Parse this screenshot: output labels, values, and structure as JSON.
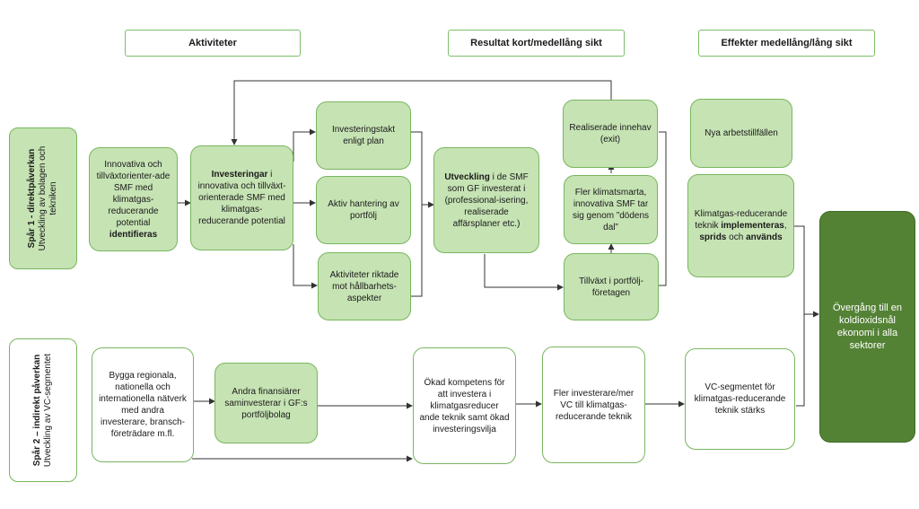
{
  "headers": {
    "activities": "Aktiviteter",
    "results": "Resultat kort/medellång sikt",
    "effects": "Effekter medellång/lång sikt"
  },
  "tracks": {
    "track1": {
      "title": "Spår 1 - direktpåverkan",
      "subtitle": "Utveckling av bolagen och tekniken"
    },
    "track2": {
      "title": "Spår 2 – indirekt påverkan",
      "subtitle": "Utveckling av VC-segmentet"
    }
  },
  "nodes": {
    "identify": {
      "pre": "Innovativa och tillväxtorienter-ade SMF med klimatgas-reducerande potential",
      "bold": "identifieras"
    },
    "investments": {
      "bold": "Investeringar",
      "post": " i innovativa och tillväxt-orienterade SMF med klimatgas-reducerande potential"
    },
    "pace": "Investeringstakt enligt plan",
    "portfolio": "Aktiv hantering av portfölj",
    "sustain": "Aktiviteter riktade mot hållbarhets-aspekter",
    "development": {
      "bold": "Utveckling",
      "post": " i de SMF som GF investerat i (professional-isering, realiserade affärsplaner etc.)"
    },
    "exit": "Realiserade innehav (exit)",
    "valley": "Fler klimatsmarta, innovativa SMF tar sig genom ”dödens dal”",
    "growth": "Tillväxt i portfölj-företagen",
    "jobs": "Nya arbetstillfällen",
    "tech": {
      "pre": "Klimatgas-reducerande teknik ",
      "b1": "implementeras",
      "mid1": ", ",
      "b2": "sprids",
      "mid2": " och ",
      "b3": "används"
    },
    "transition": "Övergång till en koldioxidsnål ekonomi i alla sektorer",
    "networks": "Bygga regionala, nationella och internationella nätverk med andra investerare, bransch-företrädare m.fl.",
    "coinvest": "Andra finansiärer saminvesterar i GF:s portföljbolag",
    "competence": "Ökad kompetens för att investera i klimatgasreducer ande teknik samt ökad investeringsvilja",
    "moreinv": "Fler investerare/mer VC till klimatgas-reducerande teknik",
    "vcseg": "VC-segmentet för klimatgas-reducerande teknik stärks"
  },
  "colors": {
    "light_green": "#c6e3b4",
    "border_green": "#78b65e",
    "dark_green": "#548235",
    "line": "#333333"
  }
}
